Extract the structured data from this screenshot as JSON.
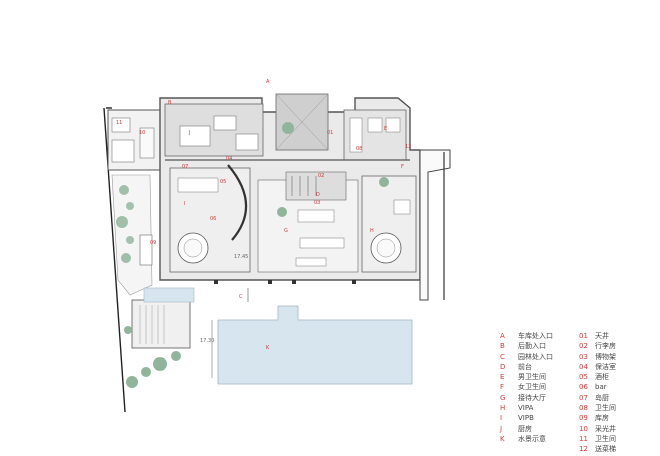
{
  "legend_zones": [
    {
      "key": "A",
      "label": "车库处入口"
    },
    {
      "key": "B",
      "label": "后勤入口"
    },
    {
      "key": "C",
      "label": "园林处入口"
    },
    {
      "key": "D",
      "label": "前台"
    },
    {
      "key": "E",
      "label": "男卫生间"
    },
    {
      "key": "F",
      "label": "女卫生间"
    },
    {
      "key": "G",
      "label": "接待大厅"
    },
    {
      "key": "H",
      "label": "VIPA"
    },
    {
      "key": "I",
      "label": "VIPB"
    },
    {
      "key": "J",
      "label": "厨房"
    },
    {
      "key": "K",
      "label": "水景示意"
    }
  ],
  "legend_items": [
    {
      "key": "01",
      "label": "天井"
    },
    {
      "key": "02",
      "label": "行李房"
    },
    {
      "key": "03",
      "label": "博物架"
    },
    {
      "key": "04",
      "label": "保洁室"
    },
    {
      "key": "05",
      "label": "酒柜"
    },
    {
      "key": "06",
      "label": "bar"
    },
    {
      "key": "07",
      "label": "岛厨"
    },
    {
      "key": "08",
      "label": "卫生间"
    },
    {
      "key": "09",
      "label": "库房"
    },
    {
      "key": "10",
      "label": "采光井"
    },
    {
      "key": "11",
      "label": "卫生间"
    },
    {
      "key": "12",
      "label": "送菜梯"
    }
  ],
  "plan_tags": {
    "a": "A",
    "b": "B",
    "c": "C",
    "d": "D",
    "e": "E",
    "f": "F",
    "g": "G",
    "h": "H",
    "i": "I",
    "j": "J",
    "k": "K",
    "n01": "01",
    "n02": "02",
    "n03": "03",
    "n04": "04",
    "n05": "05",
    "n06": "06",
    "n07": "07",
    "n08": "08",
    "n09": "09",
    "n10": "10",
    "n11": "11",
    "n12": "12"
  },
  "elevations": {
    "hall": "17.45",
    "water": "17.30"
  },
  "colors": {
    "accent": "#d13a3a",
    "floor": "#e9e9e9",
    "wall": "#555555",
    "water": "#d7e6ee",
    "plant": "#8fb59a"
  }
}
